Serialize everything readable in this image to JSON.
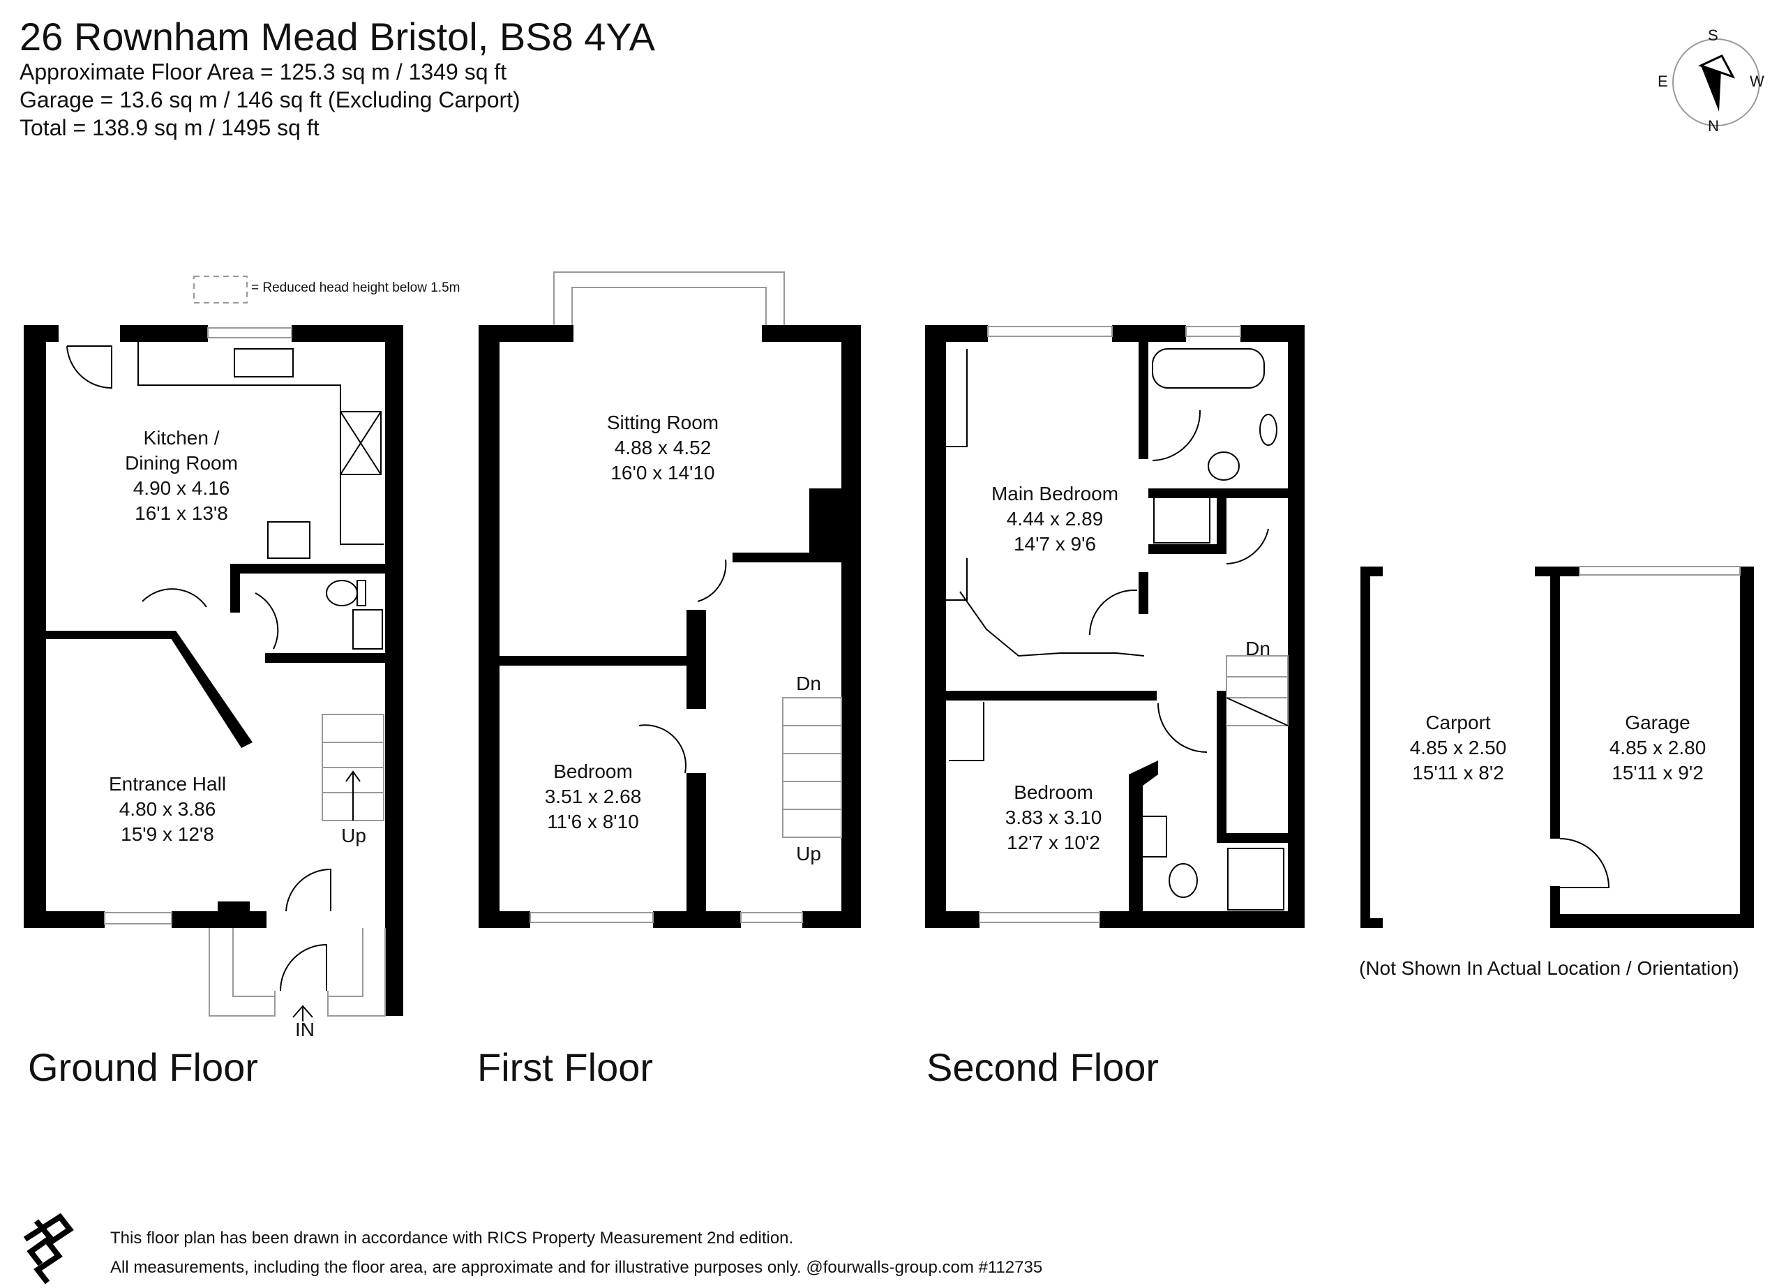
{
  "header": {
    "address": "26 Rownham Mead Bristol, BS8 4YA",
    "floor_area": "Approximate Floor Area = 125.3 sq m / 1349 sq ft",
    "garage_area": "Garage = 13.6 sq m / 146 sq ft (Excluding Carport)",
    "total_area": "Total = 138.9 sq m / 1495 sq ft"
  },
  "compass": {
    "s": "S",
    "e": "E",
    "w": "W",
    "n": "N"
  },
  "legend": {
    "reduced_head_height": "= Reduced head height below 1.5m"
  },
  "ground_floor": {
    "label": "Ground Floor",
    "kitchen": {
      "name_1": "Kitchen /",
      "name_2": "Dining Room",
      "metric": "4.90 x 4.16",
      "imperial": "16'1 x 13'8"
    },
    "hall": {
      "name": "Entrance Hall",
      "metric": "4.80 x 3.86",
      "imperial": "15'9 x 12'8"
    },
    "stairs_up": "Up",
    "entrance": "IN"
  },
  "first_floor": {
    "label": "First Floor",
    "sitting": {
      "name": "Sitting Room",
      "metric": "4.88 x 4.52",
      "imperial": "16'0 x 14'10"
    },
    "bedroom": {
      "name": "Bedroom",
      "metric": "3.51 x 2.68",
      "imperial": "11'6 x 8'10"
    },
    "stairs_dn": "Dn",
    "stairs_up": "Up"
  },
  "second_floor": {
    "label": "Second Floor",
    "main_bedroom": {
      "name": "Main Bedroom",
      "metric": "4.44 x 2.89",
      "imperial": "14'7 x 9'6"
    },
    "bedroom": {
      "name": "Bedroom",
      "metric": "3.83 x 3.10",
      "imperial": "12'7 x 10'2"
    },
    "stairs_dn": "Dn"
  },
  "outbuildings": {
    "carport": {
      "name": "Carport",
      "metric": "4.85 x 2.50",
      "imperial": "15'11 x 8'2"
    },
    "garage": {
      "name": "Garage",
      "metric": "4.85 x 2.80",
      "imperial": "15'11 x 9'2"
    },
    "note": "(Not Shown In Actual Location / Orientation)"
  },
  "footer": {
    "line1": "This floor plan has been drawn in accordance with RICS Property Measurement 2nd edition.",
    "line2": "All measurements, including the floor area, are approximate and for illustrative purposes only. @fourwalls-group.com #112735"
  }
}
